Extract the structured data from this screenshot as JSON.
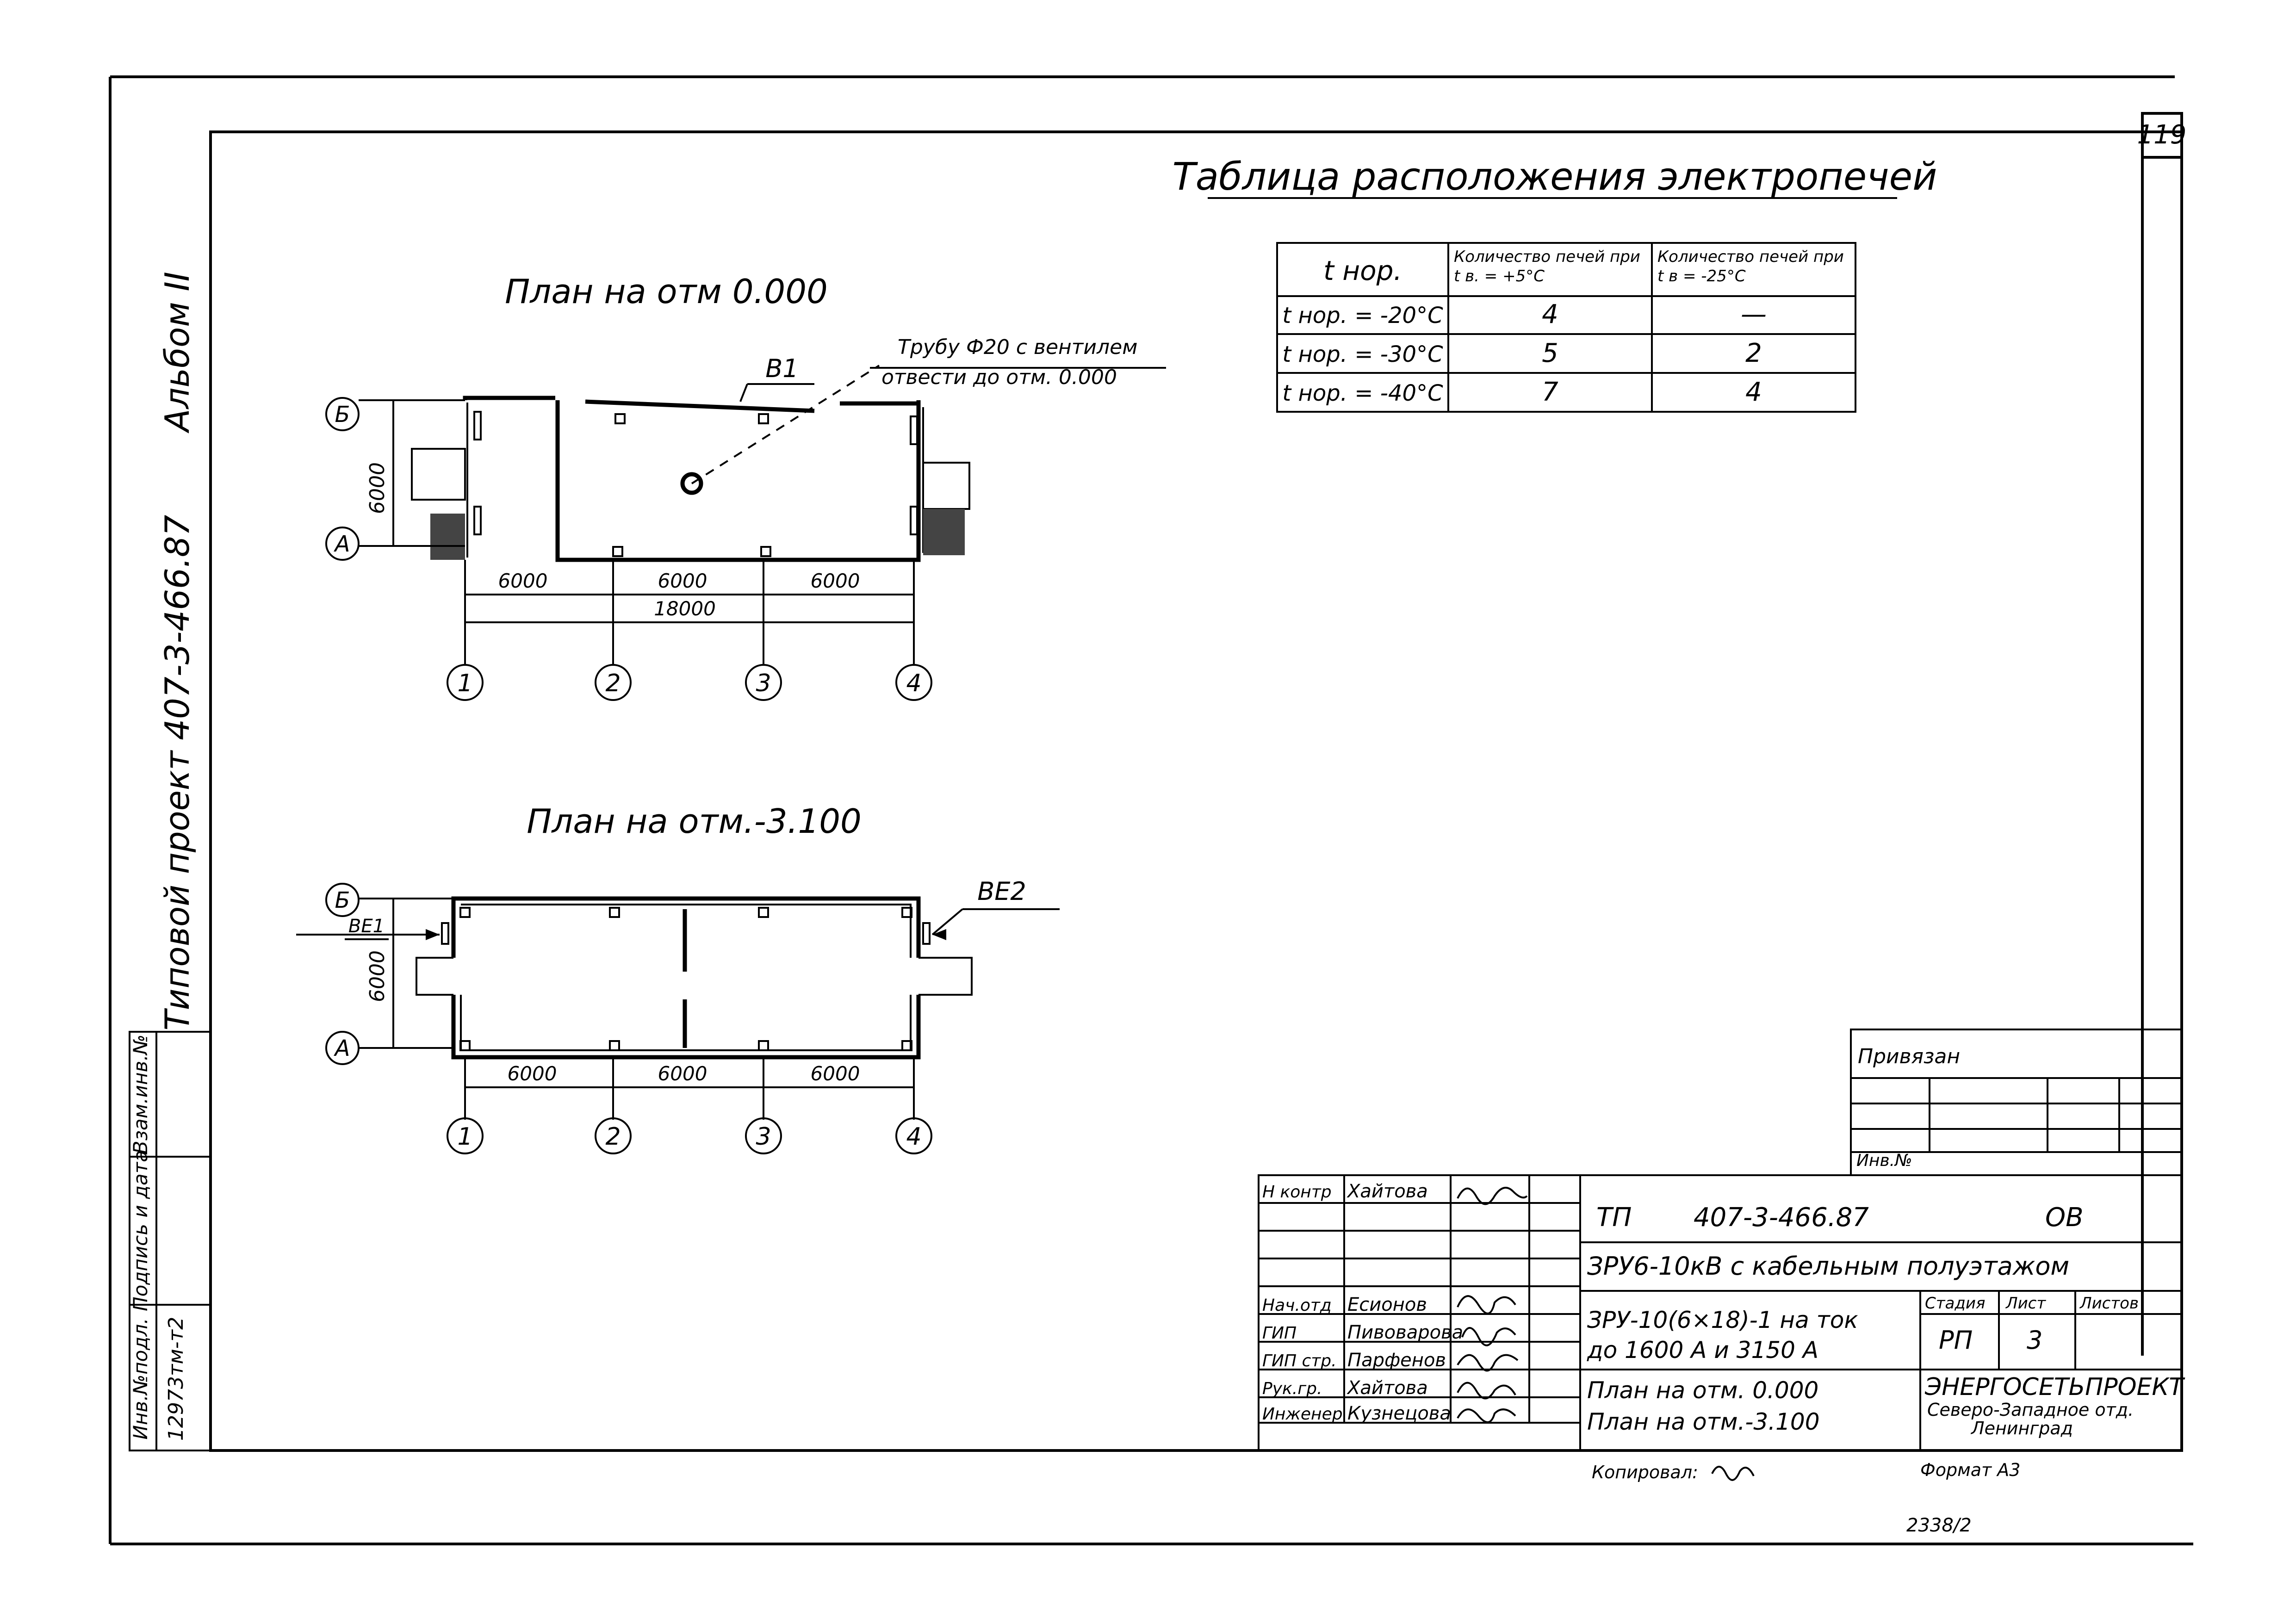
{
  "sheet_number": "119",
  "bottom_code": "2338/2",
  "left_margin": {
    "album": "Альбом II",
    "project": "Типовой проект 407-3-466.87",
    "stamp_labels": [
      "Инв.№подл.",
      "Подпись и дата",
      "Взам.инв.№"
    ],
    "inv_value": "12973тм-т2"
  },
  "plan_top": {
    "title": "План на отм 0.000",
    "pipe_note_line1": "Трубу Ф20 с вентилем",
    "pipe_note_line2": "отвести до отм. 0.000",
    "vent_label": "В1",
    "axis_rows": [
      "Б",
      "А"
    ],
    "axis_cols": [
      "1",
      "2",
      "3",
      "4"
    ],
    "dim_vertical": "6000",
    "dim_spans": [
      "6000",
      "6000",
      "6000"
    ],
    "dim_total": "18000"
  },
  "plan_bottom": {
    "title": "План на отм.-3.100",
    "vent_left": "ВЕ1",
    "vent_right": "ВЕ2",
    "axis_rows": [
      "Б",
      "А"
    ],
    "axis_cols": [
      "1",
      "2",
      "3",
      "4"
    ],
    "dim_vertical": "6000",
    "dim_spans": [
      "6000",
      "6000",
      "6000"
    ]
  },
  "heater_table": {
    "title": "Таблица расположения электропечей",
    "headers": [
      "t нор.",
      "Количество печей при t в. = +5°С",
      "Количество печей при t в = -25°С"
    ],
    "rows": [
      [
        "t нор. = -20°С",
        "4",
        "—"
      ],
      [
        "t нор. = -30°С",
        "5",
        "2"
      ],
      [
        "t нор. = -40°С",
        "7",
        "4"
      ]
    ]
  },
  "title_block": {
    "privyazan": "Привязан",
    "inv_no": "Инв.№",
    "doc_prefix": "ТП",
    "doc_number": "407-3-466.87",
    "doc_mark": "ОВ",
    "object_name": "ЗРУ6-10кВ с кабельным полуэтажом",
    "variant_line1": "ЗРУ-10(6×18)-1 на ток",
    "variant_line2": "до 1600 А и 3150 А",
    "sheet_title_line1": "План на отм. 0.000",
    "sheet_title_line2": "План на отм.-3.100",
    "stage_label": "Стадия",
    "sheet_label": "Лист",
    "sheets_label": "Листов",
    "stage": "РП",
    "sheet": "3",
    "sheets": "",
    "org_line1": "ЭНЕРГОСЕТЬПРОЕКТ",
    "org_line2": "Северо-Западное отд.",
    "org_line3": "Ленинград",
    "copied_label": "Копировал:",
    "format_label": "Формат А3",
    "staff": [
      {
        "role": "Н контр",
        "name": "Хайтова"
      },
      {
        "role": "",
        "name": ""
      },
      {
        "role": "",
        "name": ""
      },
      {
        "role": "",
        "name": ""
      },
      {
        "role": "Нач.отд",
        "name": "Есионов"
      },
      {
        "role": "ГИП",
        "name": "Пивоварова"
      },
      {
        "role": "ГИП стр.",
        "name": "Парфенов"
      },
      {
        "role": "Рук.гр.",
        "name": "Хайтова"
      },
      {
        "role": "Инженер",
        "name": "Кузнецова"
      }
    ]
  }
}
